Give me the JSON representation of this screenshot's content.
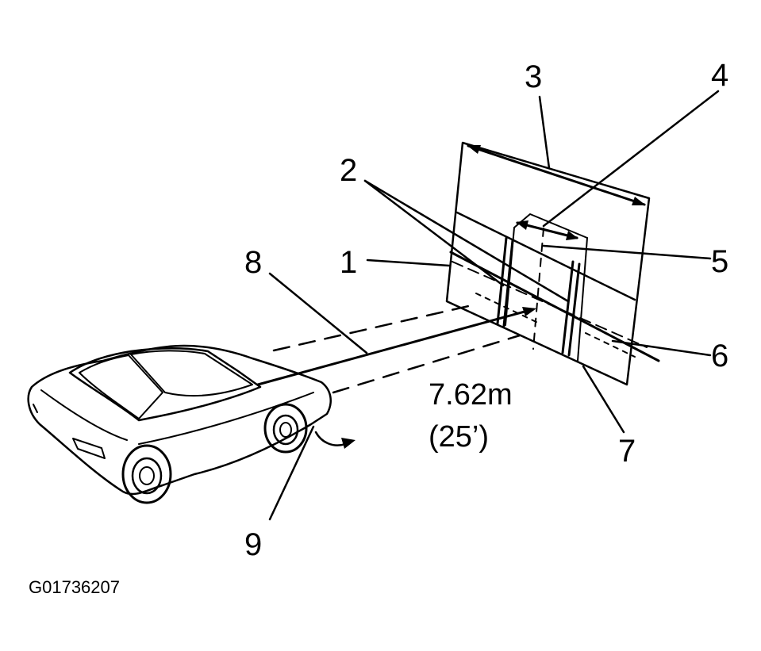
{
  "diagram": {
    "callouts": [
      "1",
      "2",
      "3",
      "4",
      "5",
      "6",
      "7",
      "8",
      "9"
    ],
    "distance": {
      "metric": "7.62m",
      "imperial": "(25’)"
    },
    "figure_code": "G01736207"
  },
  "colors": {
    "ink": "#000000",
    "background": "#ffffff"
  }
}
